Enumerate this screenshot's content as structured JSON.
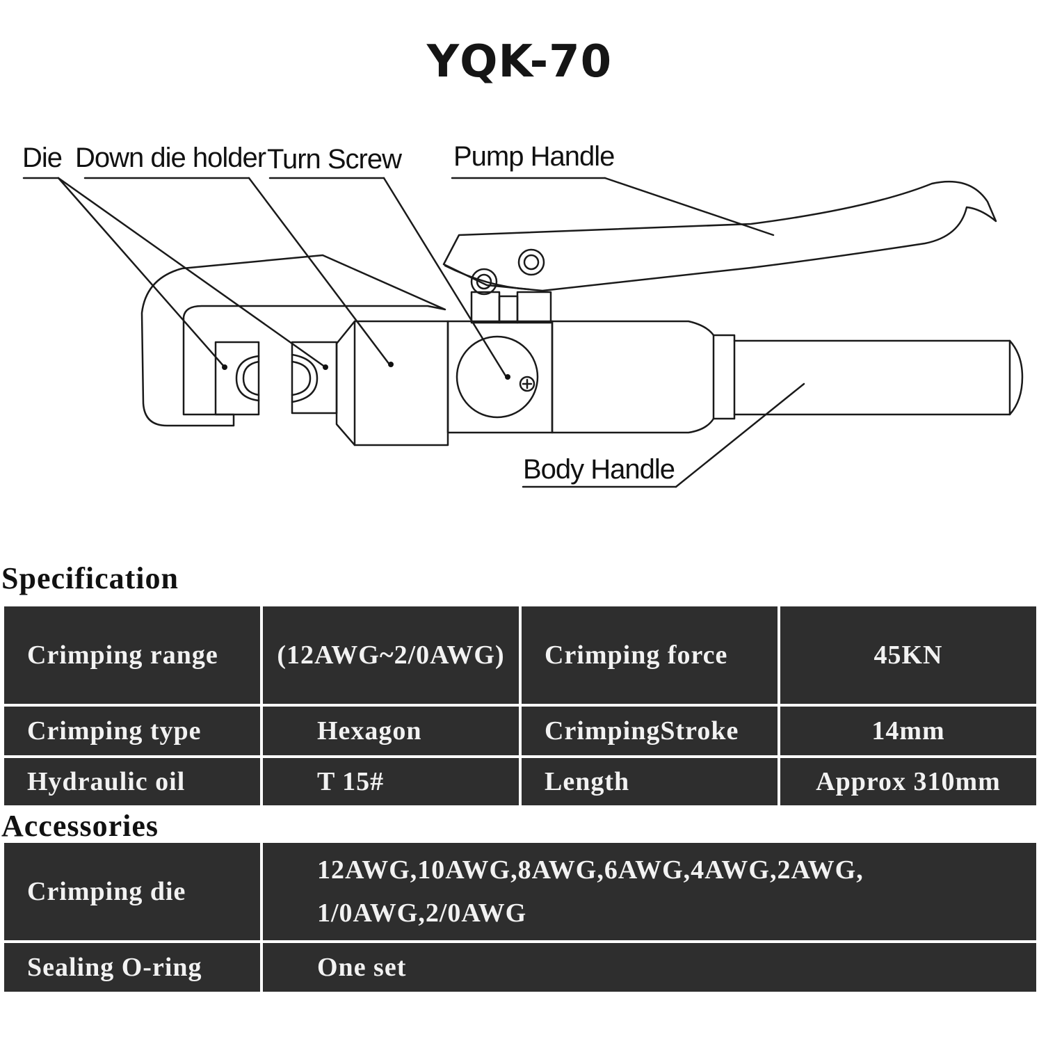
{
  "title": "YQK-70",
  "labels": {
    "die": "Die",
    "down_die_holder": "Down die holder",
    "turn_screw": "Turn Screw",
    "pump_handle": "Pump Handle",
    "body_handle": "Body Handle"
  },
  "specification": {
    "heading": "Specification",
    "rows": [
      {
        "label1": "Crimping range",
        "value1": "(12AWG~2/0AWG)",
        "label2": "Crimping force",
        "value2": "45KN"
      },
      {
        "label1": "Crimping type",
        "value1": "Hexagon",
        "label2": "CrimpingStroke",
        "value2": "14mm"
      },
      {
        "label1": "Hydraulic oil",
        "value1": "T 15#",
        "label2": "Length",
        "value2": "Approx 310mm"
      }
    ]
  },
  "accessories": {
    "heading": "Accessories",
    "rows": [
      {
        "label": "Crimping die",
        "value_line1": "12AWG,10AWG,8AWG,6AWG,4AWG,2AWG,",
        "value_line2": "1/0AWG,2/0AWG"
      },
      {
        "label": "Sealing O-ring",
        "value_line1": "One set"
      }
    ]
  },
  "colors": {
    "table_bg": "#2e2e2e",
    "table_text": "#f2f2f2",
    "line": "#1a1a1a"
  }
}
